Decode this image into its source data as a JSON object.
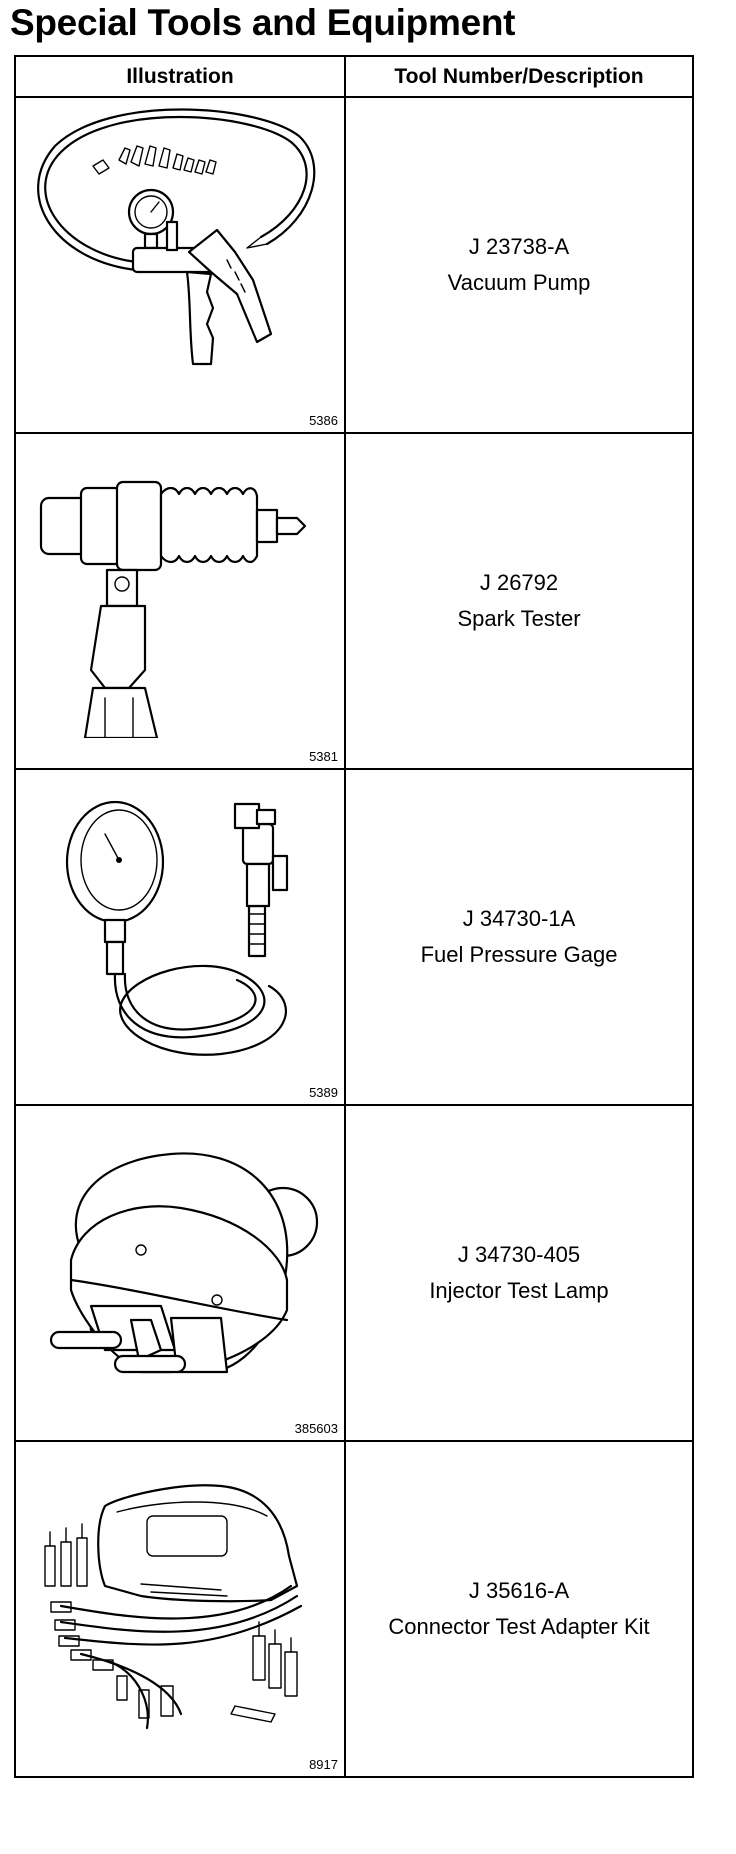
{
  "title": "Special Tools and Equipment",
  "table": {
    "headers": [
      "Illustration",
      "Tool Number/Description"
    ],
    "rows": [
      {
        "figure": "5386",
        "tool_number": "J 23738-A",
        "description": "Vacuum Pump",
        "icon": "vacuum-pump-icon"
      },
      {
        "figure": "5381",
        "tool_number": "J 26792",
        "description": "Spark Tester",
        "icon": "spark-tester-icon"
      },
      {
        "figure": "5389",
        "tool_number": "J 34730-1A",
        "description": "Fuel Pressure Gage",
        "icon": "fuel-pressure-gage-icon"
      },
      {
        "figure": "385603",
        "tool_number": "J 34730-405",
        "description": "Injector Test Lamp",
        "icon": "injector-test-lamp-icon"
      },
      {
        "figure": "8917",
        "tool_number": "J 35616-A",
        "description": "Connector Test Adapter Kit",
        "icon": "connector-test-adapter-kit-icon"
      }
    ]
  }
}
